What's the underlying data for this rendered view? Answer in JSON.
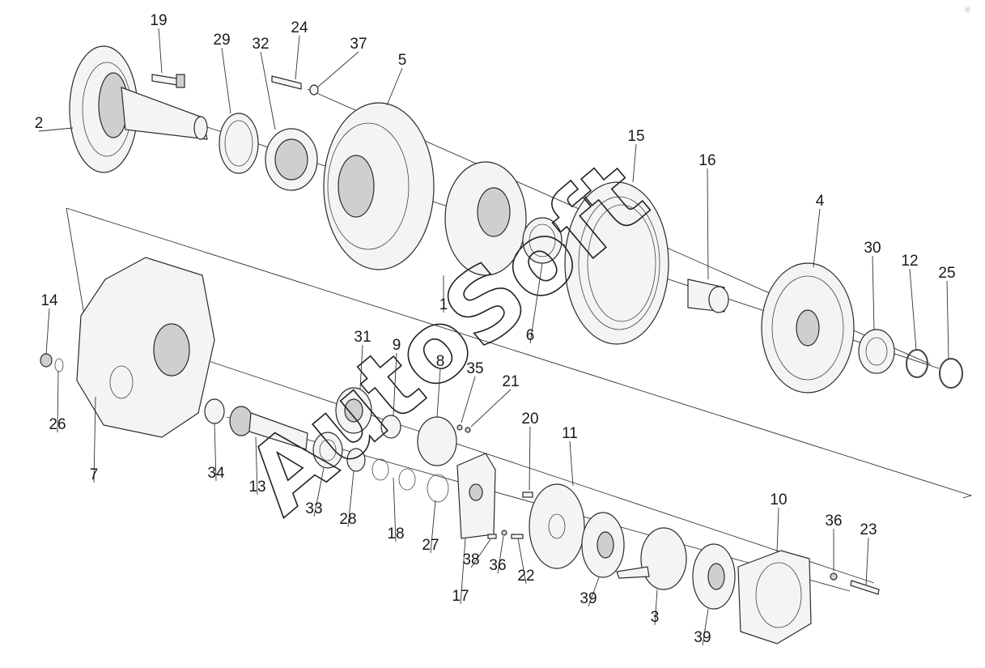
{
  "watermark": "AutoSoft",
  "corner_mark": "ⓐ",
  "callouts": [
    "19",
    "29",
    "32",
    "24",
    "37",
    "5",
    "2",
    "15",
    "16",
    "4",
    "30",
    "12",
    "25",
    "14",
    "26",
    "7",
    "1",
    "6",
    "31",
    "9",
    "8",
    "35",
    "21",
    "34",
    "13",
    "33",
    "28",
    "18",
    "27",
    "20",
    "11",
    "38",
    "36",
    "22",
    "17",
    "39",
    "3",
    "10",
    "36",
    "23",
    "39"
  ],
  "parts": [
    "hub-flange",
    "output-shaft",
    "bolt",
    "seal-ring",
    "bearing",
    "pin",
    "nut",
    "housing-cover",
    "planet-carrier",
    "thrust-washer",
    "ring-gear",
    "bushing",
    "gear-wheel",
    "bearing-small",
    "snap-ring",
    "seal",
    "main-housing",
    "plug",
    "o-ring",
    "bearing-34",
    "pinion-shaft",
    "bearing-33",
    "ring-28",
    "ring-18",
    "ring-27",
    "bearing-31",
    "cap-9",
    "cover-8",
    "screw-35",
    "screw-21",
    "plate-17",
    "pin-20",
    "disc-11",
    "pin-38",
    "washer-36",
    "bolt-22",
    "brake-disc-39",
    "actuator-3",
    "brake-disc-39b",
    "brake-housing-10",
    "washer-36b",
    "bolt-23"
  ]
}
